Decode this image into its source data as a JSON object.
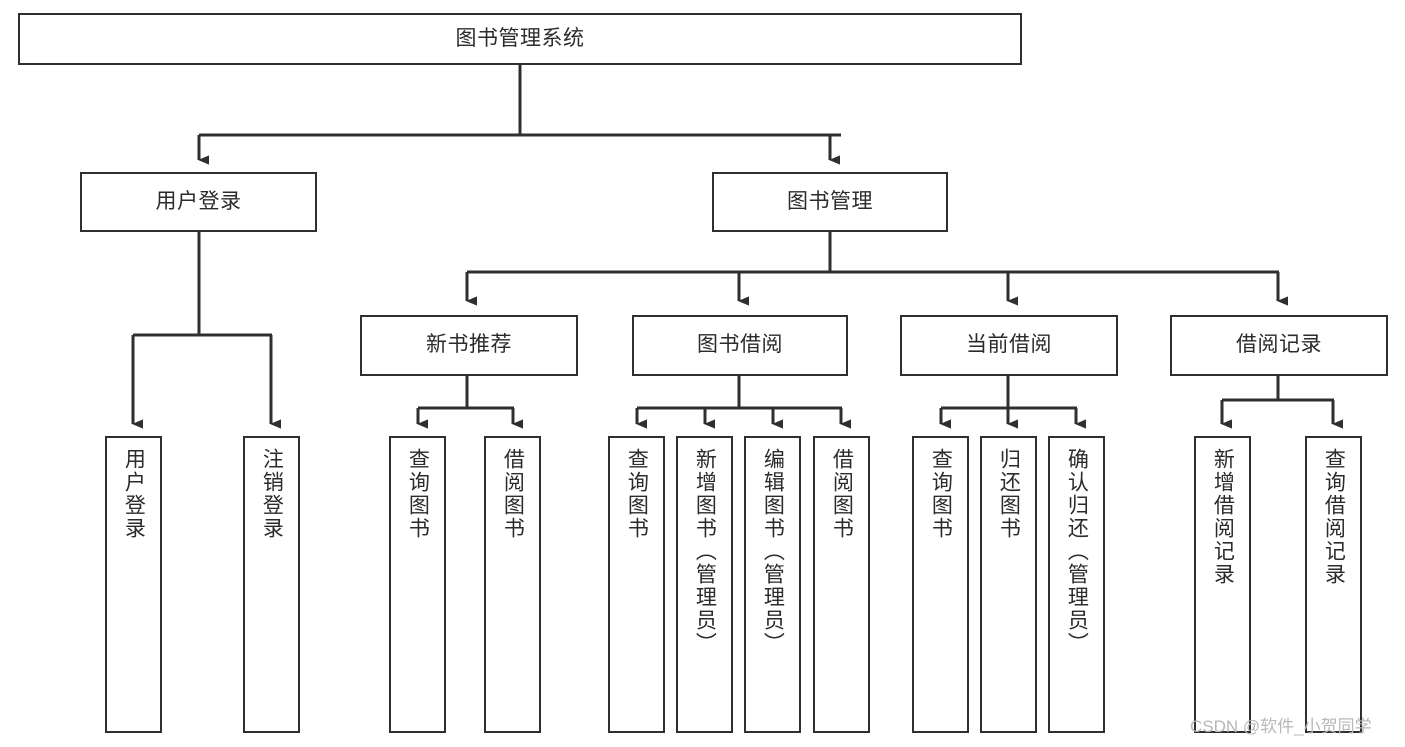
{
  "diagram": {
    "title": "图书管理系统",
    "type": "hierarchy-tree",
    "levels": 4,
    "nodes": {
      "root": {
        "label": "图书管理系统"
      },
      "level2": [
        {
          "id": "user-login",
          "label": "用户登录"
        },
        {
          "id": "book-management",
          "label": "图书管理"
        }
      ],
      "level3": [
        {
          "id": "new-book-recommend",
          "label": "新书推荐"
        },
        {
          "id": "book-borrow",
          "label": "图书借阅"
        },
        {
          "id": "current-borrow",
          "label": "当前借阅"
        },
        {
          "id": "borrow-record",
          "label": "借阅记录"
        }
      ],
      "leaves": {
        "user-login": [
          {
            "id": "leaf-user-login",
            "label": "用户登录"
          },
          {
            "id": "leaf-user-logout",
            "label": "注销登录"
          }
        ],
        "new-book-recommend": [
          {
            "id": "leaf-query-book-1",
            "label": "查询图书"
          },
          {
            "id": "leaf-borrow-book-1",
            "label": "借阅图书"
          }
        ],
        "book-borrow": [
          {
            "id": "leaf-query-book-2",
            "label": "查询图书"
          },
          {
            "id": "leaf-add-book",
            "label": "新增图书（管理员）"
          },
          {
            "id": "leaf-edit-book",
            "label": "编辑图书（管理员）"
          },
          {
            "id": "leaf-borrow-book-2",
            "label": "借阅图书"
          }
        ],
        "current-borrow": [
          {
            "id": "leaf-query-book-3",
            "label": "查询图书"
          },
          {
            "id": "leaf-return-book",
            "label": "归还图书"
          },
          {
            "id": "leaf-confirm-return",
            "label": "确认归还（管理员）"
          }
        ],
        "borrow-record": [
          {
            "id": "leaf-add-record",
            "label": "新增借阅记录"
          },
          {
            "id": "leaf-query-record",
            "label": "查询借阅记录"
          }
        ]
      }
    },
    "colors": {
      "stroke": "#2f2f2f",
      "fill": "#ffffff",
      "text": "#2b2b2b",
      "watermark": "#b8b8b8"
    }
  },
  "watermark": {
    "text": "CSDN @软件_小贺同学"
  }
}
